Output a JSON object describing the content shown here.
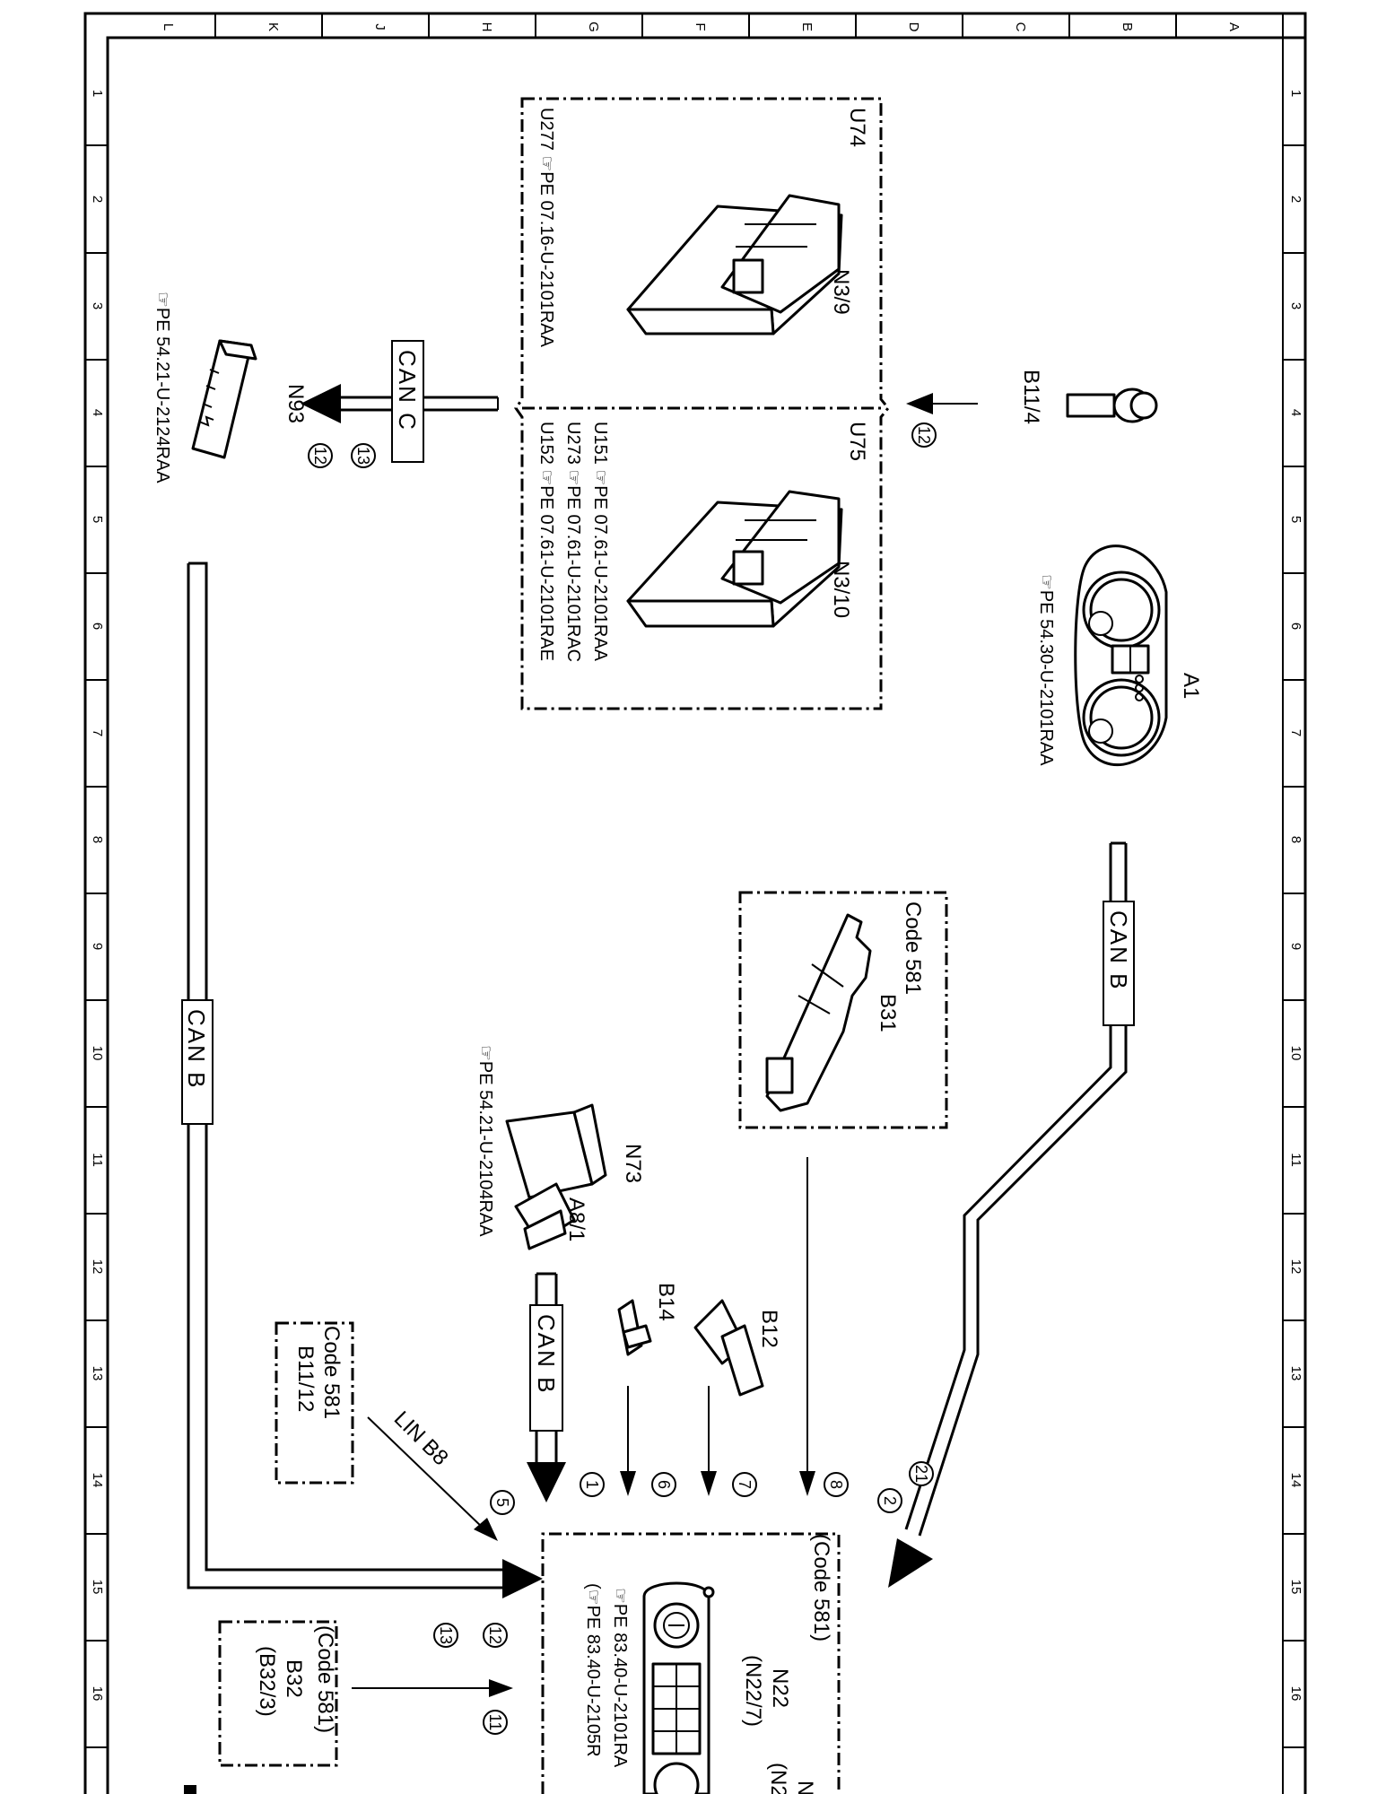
{
  "grid": {
    "cols": [
      "L",
      "K",
      "J",
      "H",
      "G",
      "F",
      "E",
      "D",
      "C",
      "B",
      "A"
    ],
    "rows": [
      "1",
      "2",
      "3",
      "4",
      "5",
      "6",
      "7",
      "8",
      "9",
      "10",
      "11",
      "12",
      "13",
      "14",
      "15",
      "16"
    ]
  },
  "components": {
    "u74": "U74",
    "n3_9": "N3/9",
    "u277_ref": "U277 ☞PE 07.16-U-2101RAA",
    "u75": "U75",
    "n3_10": "N3/10",
    "u151_ref": "U151 ☞PE 07.61-U-2101RAA",
    "u273_ref": "U273 ☞PE 07.61-U-2101RAC",
    "u152_ref": "U152 ☞PE 07.61-U-2101RAE",
    "b11_4": "B11/4",
    "a1": "A1",
    "a1_ref": "☞PE 54.30-U-2101RAA",
    "n93": "N93",
    "n93_ref": "☞PE 54.21-U-2124RAA",
    "code581_b31": "Code 581",
    "b31": "B31",
    "n73": "N73",
    "a8_1": "A8/1",
    "n73_ref": "☞PE 54.21-U-2104RAA",
    "b14": "B14",
    "b12": "B12",
    "code581_b11_12": "Code 581",
    "b11_12": "B11/12",
    "lin_b8": "LIN B8",
    "code581_n22": "(Code 581)",
    "n22": "N22",
    "n22_7": "(N22/7)",
    "n22_ref1": "☞PE 83.40-U-2101RA",
    "n22_ref2": "(☞PE 83.40-U-2105R",
    "n22_cut1": "N",
    "n22_cut2": "(N2",
    "code581_b32": "(Code 581)",
    "b32": "B32",
    "b32_3": "(B32/3)"
  },
  "buses": {
    "can_c": "CAN C",
    "can_b_right": "CAN B",
    "can_b_left": "CAN B",
    "can_b_mid": "CAN B"
  },
  "circles": [
    "12",
    "13",
    "12",
    "21",
    "2",
    "8",
    "7",
    "6",
    "1",
    "5",
    "12",
    "13",
    "11"
  ]
}
